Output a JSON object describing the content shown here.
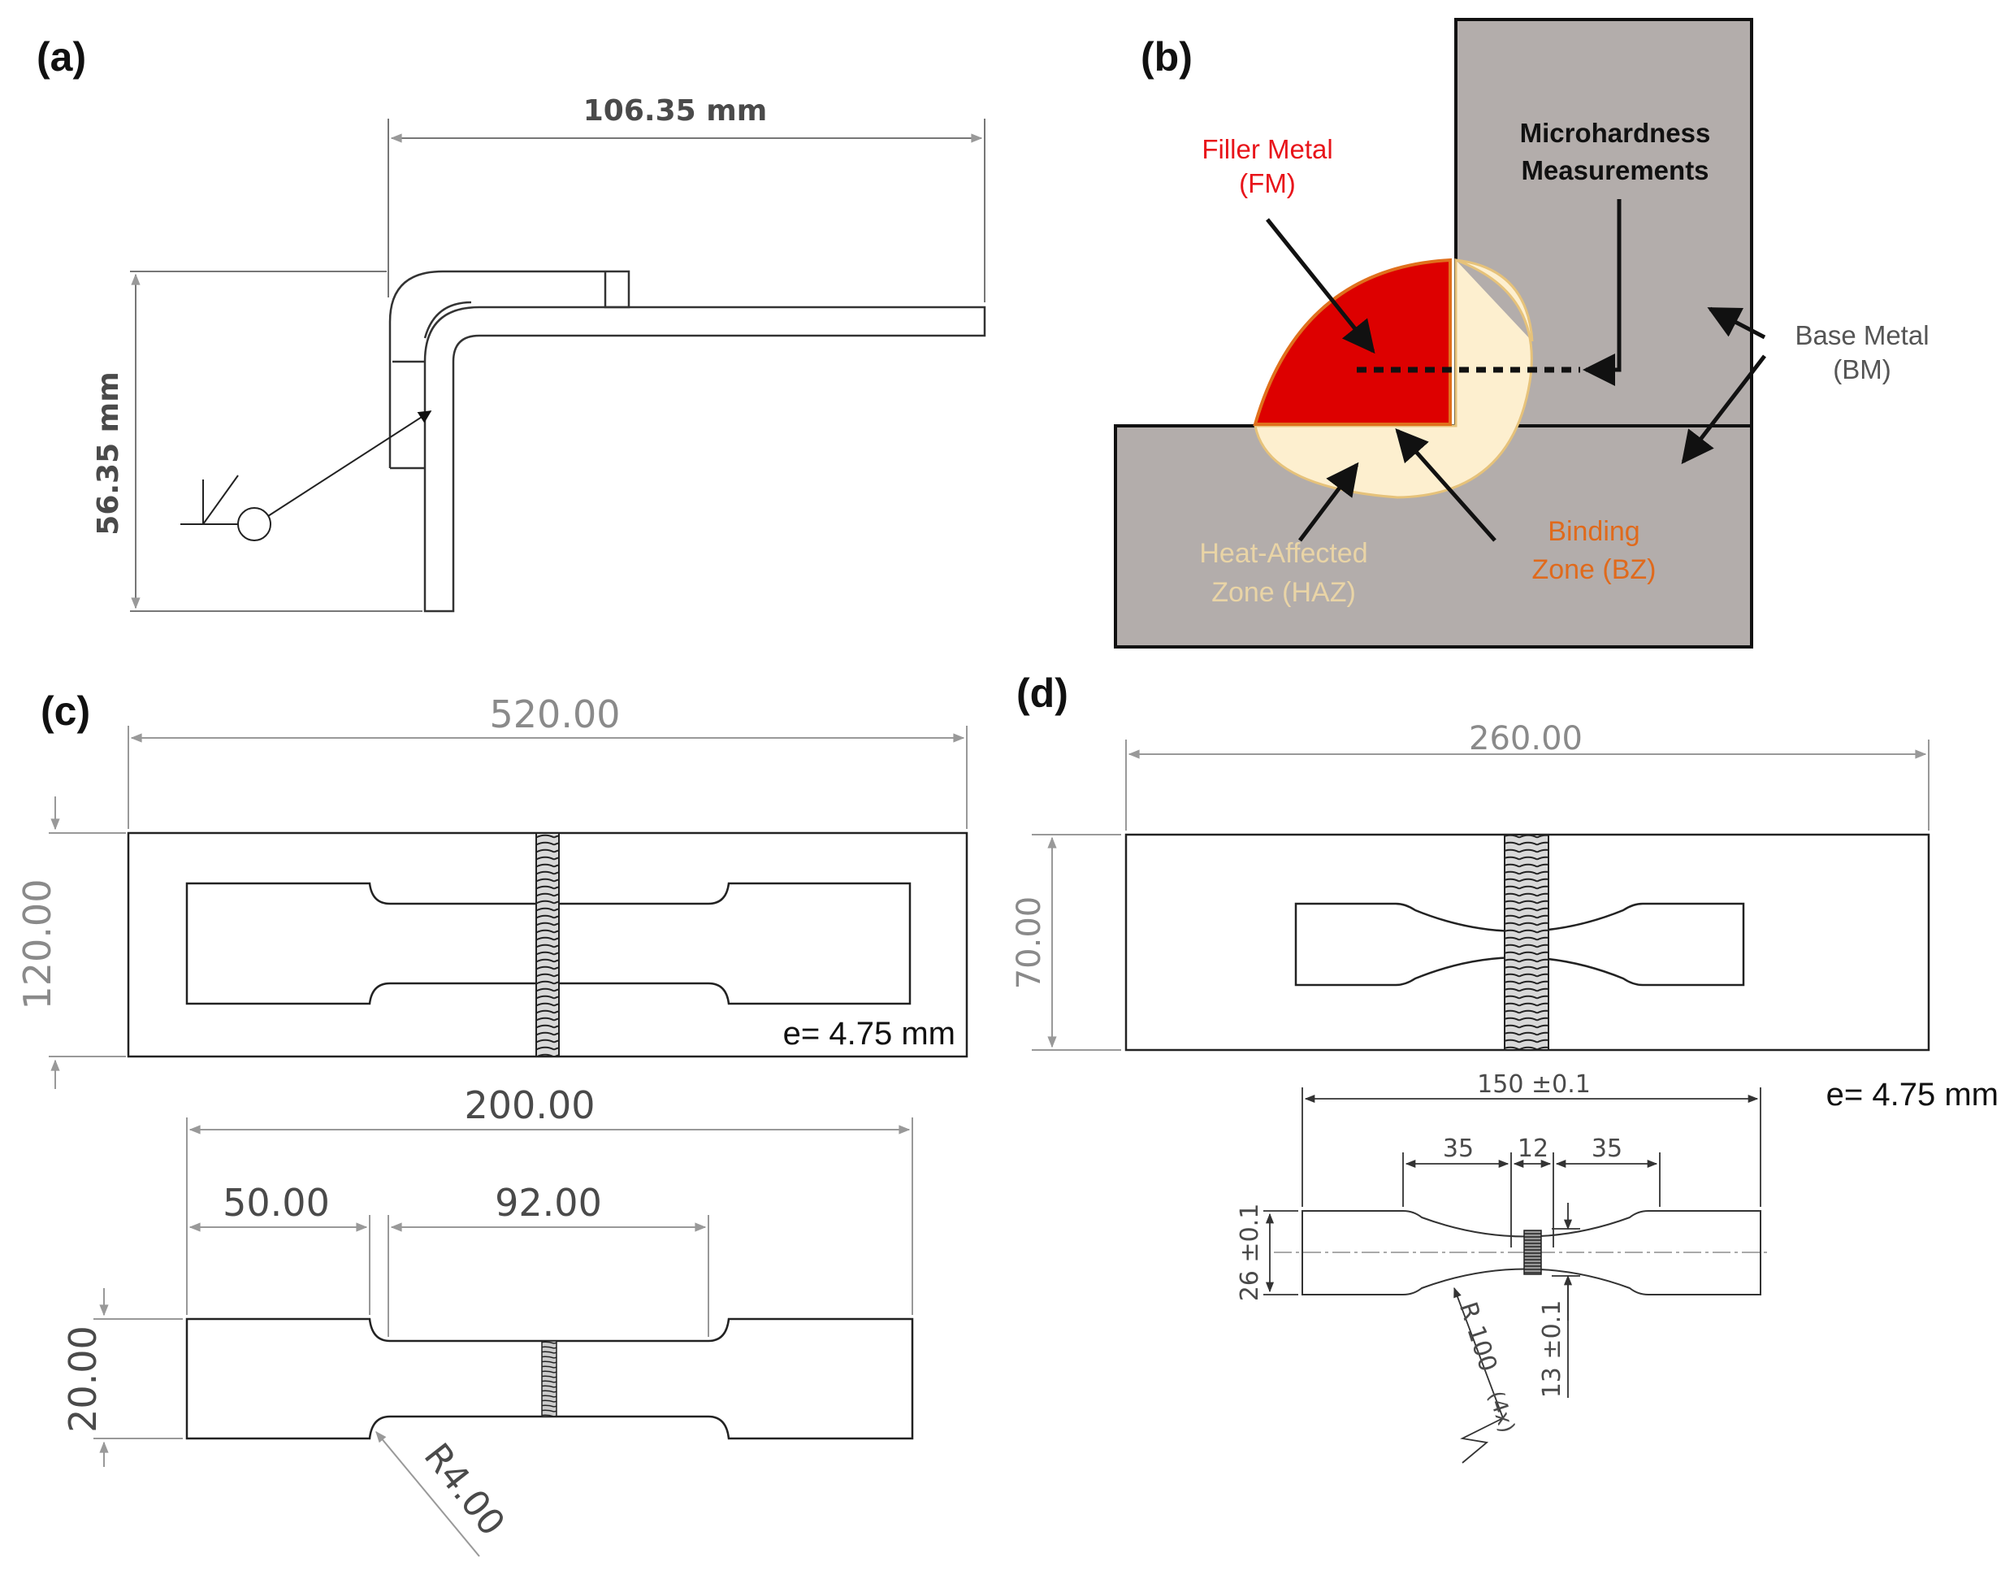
{
  "panels": {
    "a": "(a)",
    "b": "(b)",
    "c": "(c)",
    "d": "(d)"
  },
  "panel_a": {
    "width_dim": "106.35 mm",
    "height_dim": "56.35 mm"
  },
  "panel_b": {
    "filler_metal_line1": "Filler Metal",
    "filler_metal_line2": "(FM)",
    "microhardness_line1": "Microhardness",
    "microhardness_line2": "Measurements",
    "base_metal_line1": "Base Metal",
    "base_metal_line2": "(BM)",
    "haz_line1": "Heat-Affected",
    "haz_line2": "Zone (HAZ)",
    "bz_line1": "Binding",
    "bz_line2": "Zone (BZ)"
  },
  "panel_c": {
    "plate_length": "520.00",
    "plate_width": "120.00",
    "thickness": "e= 4.75 mm",
    "specimen_length": "200.00",
    "grip_length": "50.00",
    "gauge_length": "92.00",
    "grip_width": "20.00",
    "fillet_radius": "R4.00"
  },
  "panel_d": {
    "plate_length": "260.00",
    "plate_width": "70.00",
    "thickness": "e= 4.75 mm",
    "specimen_length": "150 ±0.1",
    "reduced_left": "35",
    "center": "12",
    "reduced_right": "35",
    "grip_width": "26 ±0.1",
    "neck_width": "13 ±0.1",
    "radius": "R 100",
    "radius_count": "(4x)"
  },
  "colors": {
    "base_metal": "#b3adab",
    "filler_metal": "#dd0000",
    "haz": "#fdefcf",
    "filler_label": "#e8141a",
    "bz_label": "#e06a1c",
    "haz_label": "#e9d4a6"
  }
}
